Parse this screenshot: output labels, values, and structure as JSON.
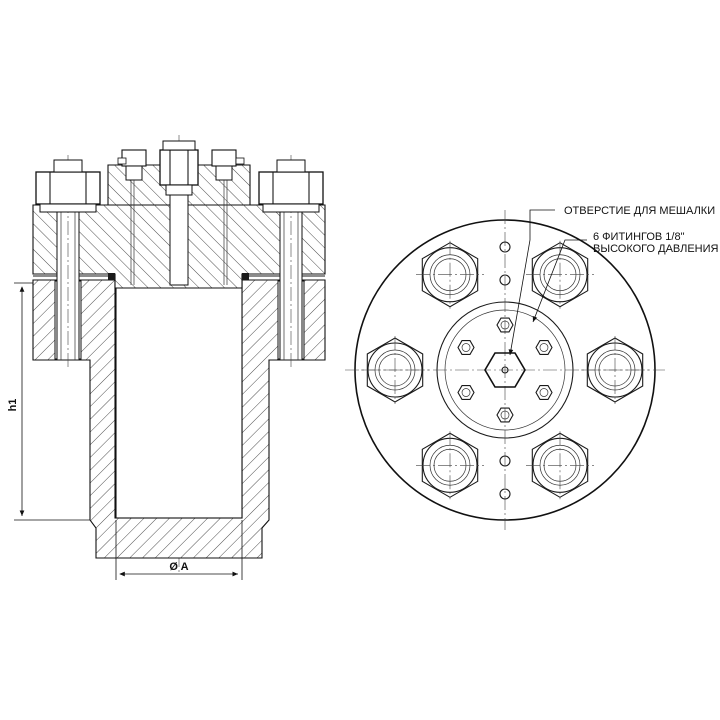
{
  "dimensions": {
    "height_label": "h1",
    "diameter_label": "Ø A"
  },
  "callouts": {
    "stirrer_hole": "ОТВЕРСТИЕ ДЛЯ МЕШАЛКИ",
    "fittings_line1": "6 ФИТИНГОВ 1/8\"",
    "fittings_line2": "ВЫСОКОГО ДАВЛЕНИЯ"
  }
}
